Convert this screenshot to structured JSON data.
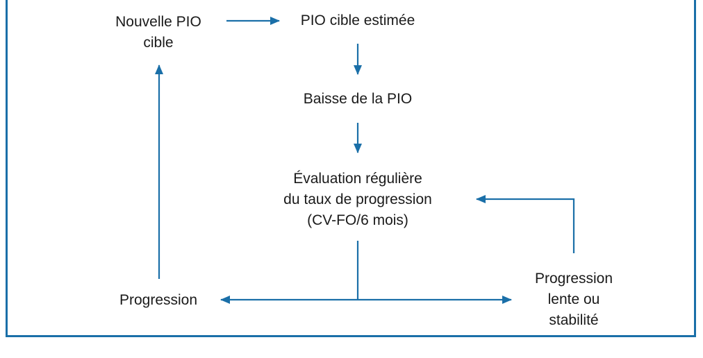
{
  "diagram": {
    "stroke_color": "#1a6fa8",
    "nodes": {
      "nouvelle_pio": [
        "Nouvelle PIO",
        "cible"
      ],
      "pio_cible_estimee": [
        "PIO cible estimée"
      ],
      "baisse_pio": [
        "Baisse de la PIO"
      ],
      "evaluation": [
        "Évaluation régulière",
        "du taux de progression",
        "(CV-FO/6 mois)"
      ],
      "progression": [
        "Progression"
      ],
      "progression_lente": [
        "Progression",
        "lente ou",
        "stabilité"
      ]
    },
    "edges": [
      {
        "from": "nouvelle_pio",
        "to": "pio_cible_estimee"
      },
      {
        "from": "pio_cible_estimee",
        "to": "baisse_pio"
      },
      {
        "from": "baisse_pio",
        "to": "evaluation"
      },
      {
        "from": "evaluation",
        "to": "progression"
      },
      {
        "from": "evaluation",
        "to": "progression_lente"
      },
      {
        "from": "progression",
        "to": "nouvelle_pio"
      },
      {
        "from": "progression_lente",
        "to": "evaluation"
      }
    ]
  }
}
